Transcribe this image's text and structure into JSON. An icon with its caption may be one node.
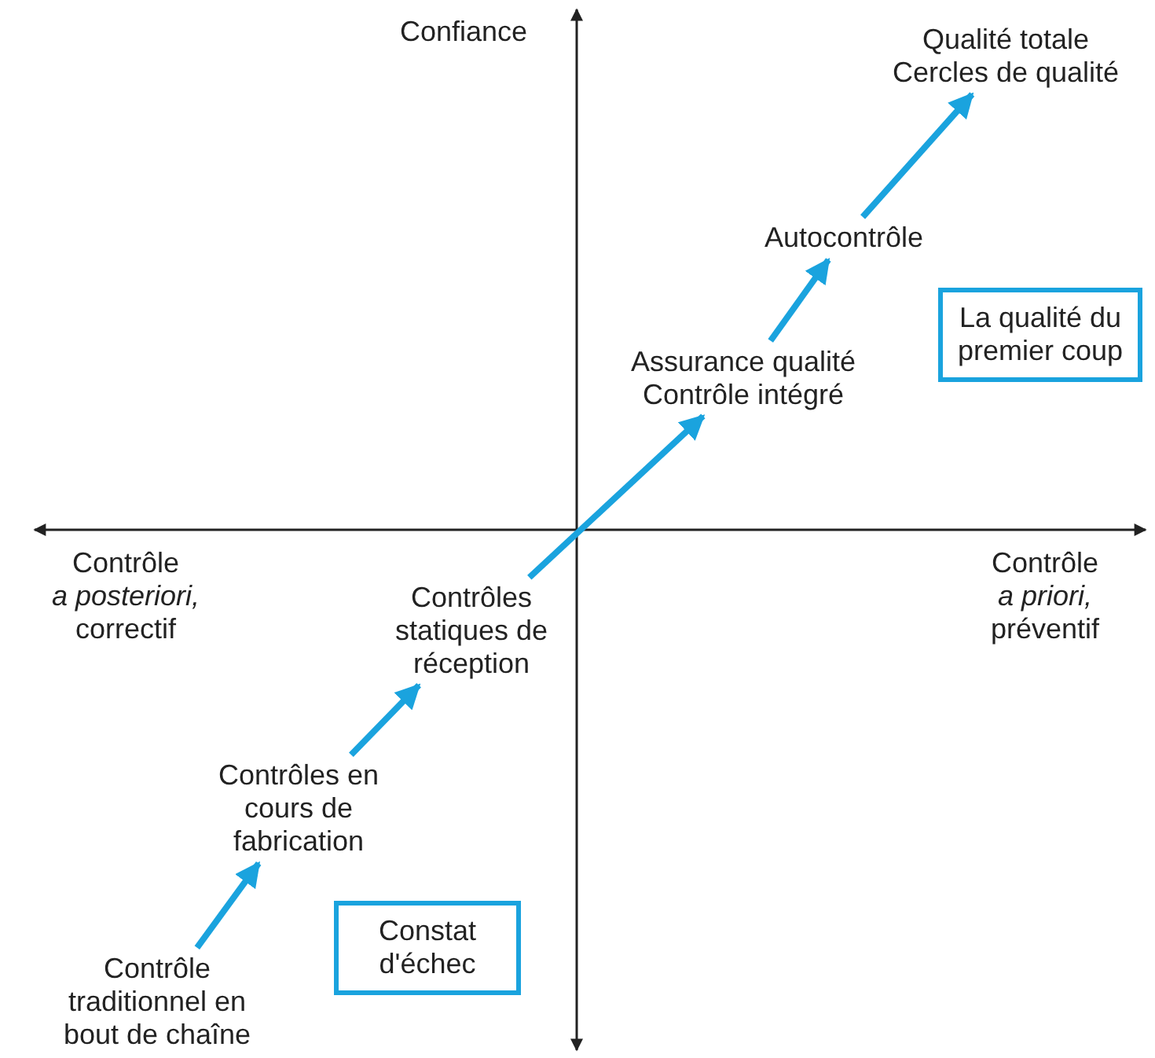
{
  "diagram": {
    "nodes": [
      {
        "text": [
          "Contrôle traditionnel en bout de chaîne"
        ]
      },
      {
        "text": [
          "Contrôles en cours de fabrication"
        ]
      },
      {
        "text": [
          "Contrôles statiques de réception"
        ]
      },
      {
        "text": [
          "Assurance qualité",
          "Contrôle intégré"
        ]
      },
      {
        "text": [
          "Autocontrôle"
        ]
      },
      {
        "text": [
          "Qualité totale",
          "Cercles de qualité"
        ]
      },
      {
        "text": [
          "La qualité du premier coup"
        ]
      },
      {
        "text": [
          "Constat d'échec"
        ]
      }
    ],
    "edges": [
      {
        "from": 0,
        "to": 1,
        "arrow": "to"
      },
      {
        "from": 1,
        "to": 2,
        "arrow": "to"
      },
      {
        "from": 2,
        "to": 3,
        "arrow": "to"
      },
      {
        "from": 3,
        "to": 4,
        "arrow": "to"
      },
      {
        "from": 4,
        "to": 5,
        "arrow": "to"
      }
    ],
    "labels": [
      "Confiance",
      "Contrôle *a posteriori,* correctif",
      "Contrôle *a priori,* préventif"
    ]
  }
}
